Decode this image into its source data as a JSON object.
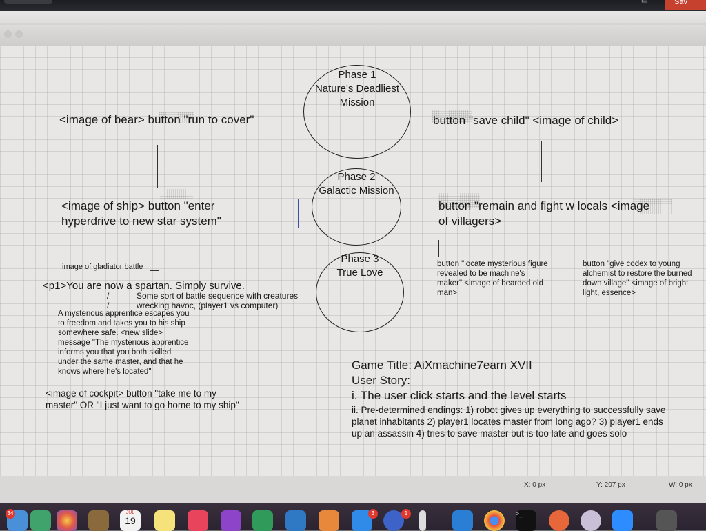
{
  "statusbar": {
    "x": "X: 0 px",
    "y": "Y: 207 px",
    "w": "W: 0 px"
  },
  "phases": [
    {
      "label": "Phase 1",
      "title": "Nature's Deadliest",
      "subtitle": "Mission"
    },
    {
      "label": "Phase 2",
      "title": "Galactic Mission"
    },
    {
      "label": "Phase 3",
      "title": "True Love"
    }
  ],
  "nodes": {
    "bear": "<image of bear> button \"run to cover\"",
    "child": "button \"save child\" <image of child>",
    "ship_line1": "<image of ship> button \"enter",
    "ship_line2": "hyperdrive to new star system\"",
    "remain_line1": "button \"remain and fight w locals <image",
    "remain_line2": "of villagers>",
    "gladiator": "image of gladiator battle",
    "spartan": "<p1>You are now a spartan. Simply survive.",
    "battle": "Some sort of battle sequence with creatures wrecking havoc, (player1 vs computer)",
    "apprentice": "A mysterious apprentice escapes you to freedom and takes you to his ship somewhere safe. <new slide> message \"The mysterious apprentice informs you that you both skilled under the same master, and that he knows where he's located\"",
    "cockpit": "<image of cockpit> button \"take me to my master\" OR \"I just want to go home to my ship\"",
    "locate": "button \"locate mysterious figure revealed to be machine's maker\" <image of bearded old man>",
    "codex": "button \"give codex to young alchemist to restore the burned down village\" <image of bright light, essence>"
  },
  "game": {
    "title": "Game Title: AiXmachine7earn XVII",
    "story_label": "User Story:",
    "point1": "i. The user click starts and the level starts",
    "point2": "ii. Pre-determined endings: 1) robot gives up everything to successfully save planet inhabitants 2) player1 locates master from long ago? 3) player1 ends up an assassin 4) tries to save master but is too late and goes solo"
  },
  "topbar": {
    "save_label": "Sav"
  },
  "dock": {
    "badge_mail": "34",
    "calendar_month": "JUL",
    "calendar_day": "19",
    "badge_appstore": "3",
    "badge_chat": "1"
  }
}
